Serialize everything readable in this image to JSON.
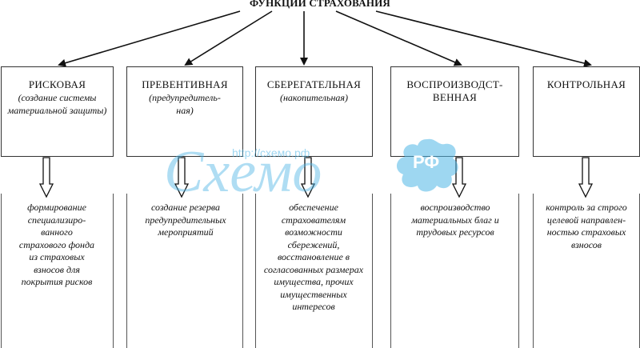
{
  "title": "ФУНКЦИИ СТРАХОВАНИЯ",
  "watermark": {
    "url": "http://схемо.рф",
    "word": "Схемо",
    "badge": "РФ",
    "color": "#4fb6e6"
  },
  "functions": [
    {
      "name": "РИСКОВАЯ",
      "sub": "(создание системы материальной защиты)",
      "desc": "формирование специализиро-ванного страхового фонда из страховых взносов для покрытия рисков"
    },
    {
      "name": "ПРЕВЕНТИВНАЯ",
      "sub": "(предупредитель-ная)",
      "desc": "создание резерва предупредительных мероприятий"
    },
    {
      "name": "СБЕРЕГАТЕЛЬНАЯ",
      "sub": "(накопительная)",
      "desc": "обеспечение страхователям возможности сбережений, восстановление в согласованных размерах имущества, прочих имущественных интересов"
    },
    {
      "name": "ВОСПРОИЗВОДСТ-ВЕННАЯ",
      "sub": "",
      "desc": "воспроизводство материальных благ и трудовых ресурсов"
    },
    {
      "name": "КОНТРОЛЬНАЯ",
      "sub": "",
      "desc": "контроль за строго целевой направлен-ностью страховых взносов"
    }
  ]
}
